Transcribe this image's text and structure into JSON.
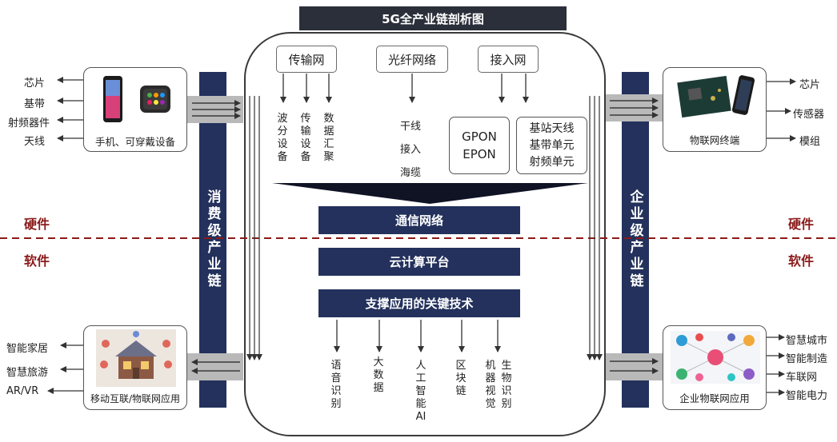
{
  "title": "5G全产业链剖析图",
  "top_boxes": [
    {
      "label": "传输网",
      "items": [
        "波分设备",
        "传输设备",
        "数据汇聚"
      ]
    },
    {
      "label": "光纤网络",
      "items": [
        "干线",
        "接入",
        "海缆"
      ]
    },
    {
      "label": "接入网",
      "sub_left": [
        "GPON",
        "EPON"
      ],
      "sub_right": [
        "基站天线",
        "基带单元",
        "射频单元"
      ]
    }
  ],
  "center_bars": [
    "通信网络",
    "云计算平台",
    "支撑应用的关键技术"
  ],
  "tech_items": [
    "语音识别",
    "大数据",
    "人工智能AI",
    "区块链",
    "机器视觉",
    "生物识别"
  ],
  "left_chain": "消费级产业链",
  "right_chain": "企业级产业链",
  "hardware_label": "硬件",
  "software_label": "软件",
  "left_top": {
    "caption": "手机、可穿戴设备",
    "outputs": [
      "芯片",
      "基带",
      "射频器件",
      "天线"
    ]
  },
  "left_bottom": {
    "caption": "移动互联/物联网应用",
    "outputs": [
      "智能家居",
      "智慧旅游",
      "AR/VR"
    ]
  },
  "right_top": {
    "caption": "物联网终端",
    "outputs": [
      "芯片",
      "传感器",
      "模组"
    ]
  },
  "right_bottom": {
    "caption": "企业物联网应用",
    "outputs": [
      "智慧城市",
      "智能制造",
      "车联网",
      "智能电力"
    ]
  },
  "colors": {
    "navy": "#23315c",
    "dark_title": "#2b2f3a",
    "red_label": "#8b1a1a",
    "divider": "#8b1a1a",
    "connector_gray": "#b9b9b9"
  }
}
